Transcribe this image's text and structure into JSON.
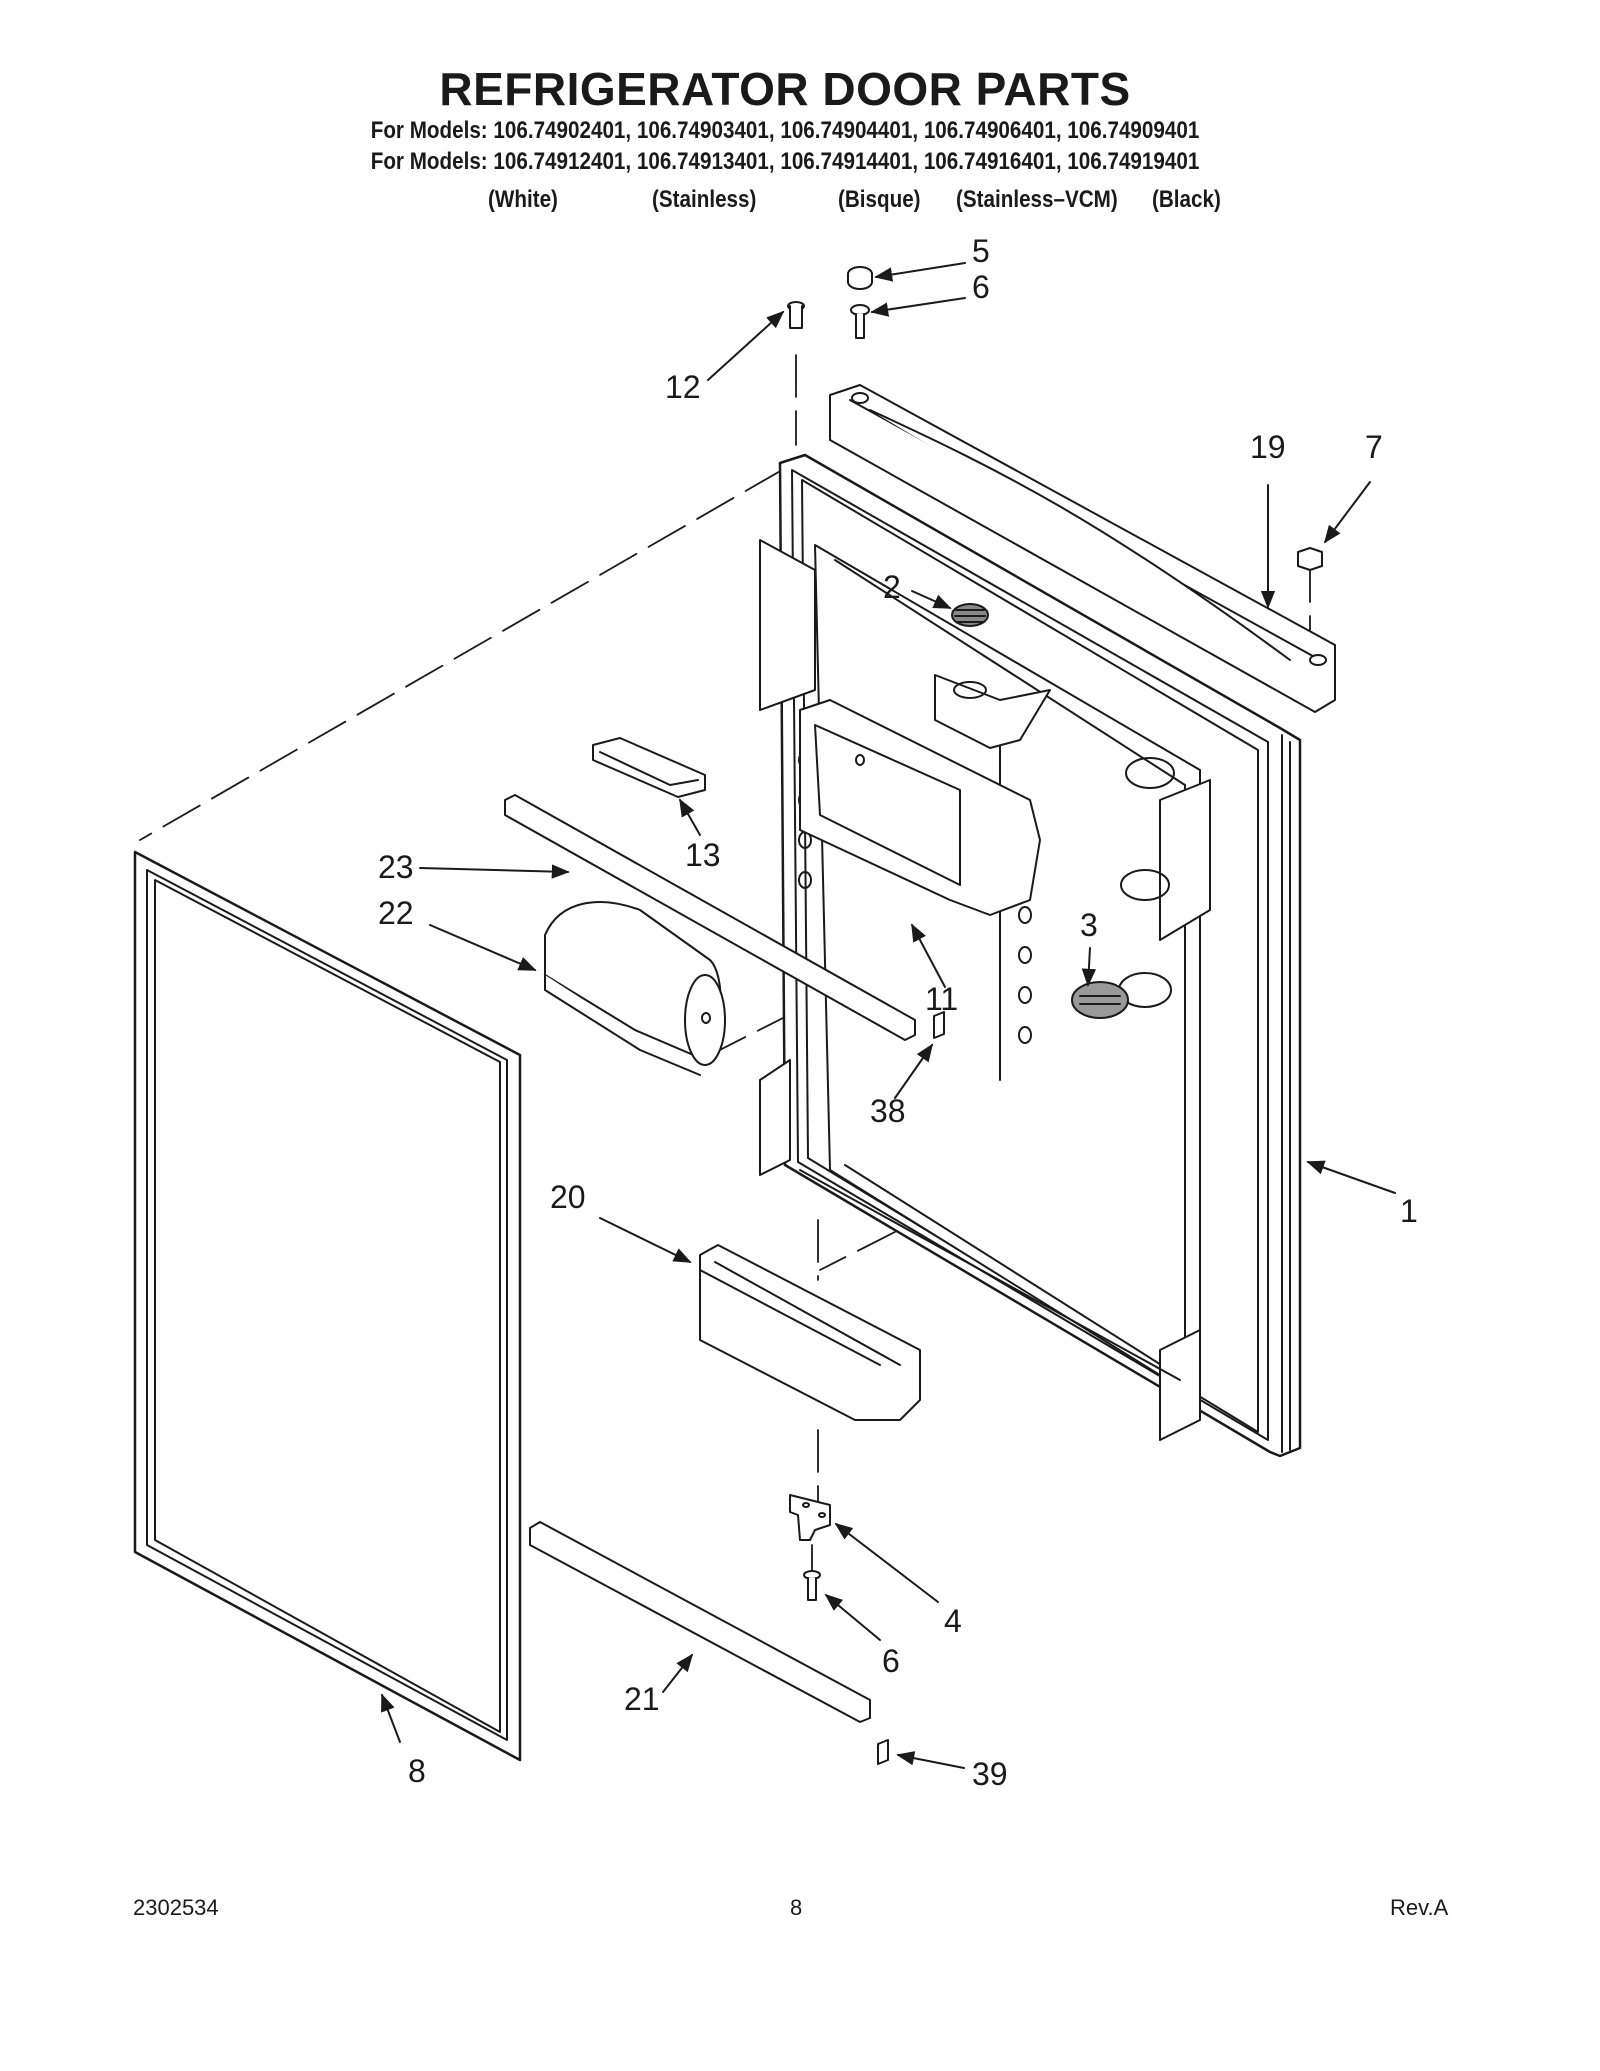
{
  "header": {
    "title": "REFRIGERATOR DOOR PARTS",
    "models_line_1": "For Models: 106.74902401, 106.74903401, 106.74904401, 106.74906401, 106.74909401",
    "models_line_2": "For Models: 106.74912401, 106.74913401, 106.74914401, 106.74916401, 106.74919401",
    "finishes": [
      "(White)",
      "(Stainless)",
      "(Bisque)",
      "(Stainless–VCM)",
      "(Black)"
    ]
  },
  "callouts": [
    "5",
    "6",
    "12",
    "19",
    "7",
    "2",
    "13",
    "23",
    "22",
    "3",
    "11",
    "38",
    "20",
    "1",
    "4",
    "6",
    "21",
    "8",
    "39"
  ],
  "footer": {
    "doc_number": "2302534",
    "page_number": "8",
    "revision": "Rev.A"
  }
}
